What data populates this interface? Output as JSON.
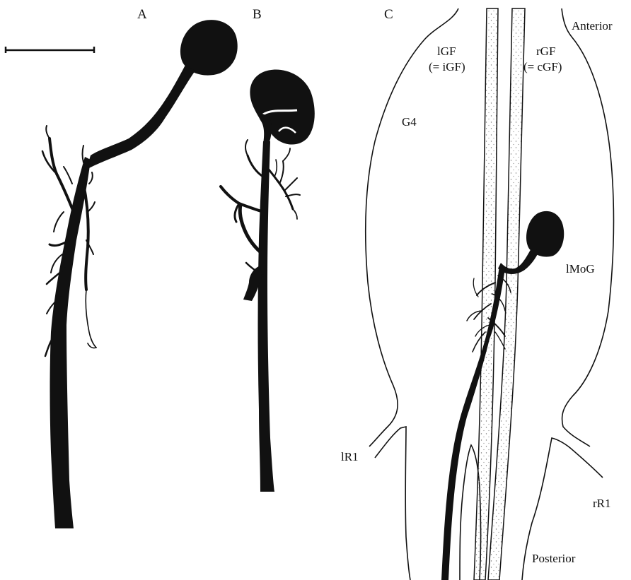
{
  "panels": {
    "a": "A",
    "b": "B",
    "c": "C"
  },
  "labels": {
    "anterior": "Anterior",
    "posterior": "Posterior",
    "lgf": "lGF",
    "igf": "(= iGF)",
    "rgf": "rGF",
    "cgf": "(= cGF)",
    "g4": "G4",
    "lmog": "lMoG",
    "lr1": "lR1",
    "rr1": "rR1"
  },
  "colors": {
    "ink": "#111111",
    "stipple": "#8a8a8a",
    "background": "#ffffff"
  }
}
